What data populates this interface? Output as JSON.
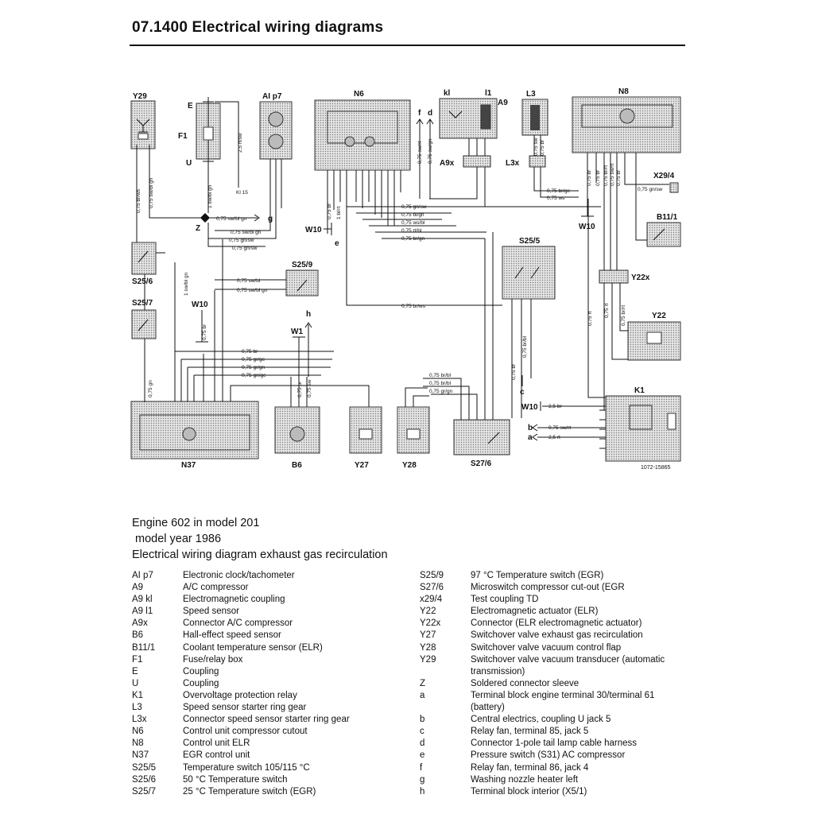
{
  "header": {
    "title": "07.1400 Electrical wiring diagrams"
  },
  "diagram": {
    "ref_number": "1072-15865",
    "components": {
      "Y29": "Y29",
      "F1": "F1",
      "E": "E",
      "U": "U",
      "Alp7": "AI p7",
      "N6": "N6",
      "kl": "kl",
      "l1": "l1",
      "A9": "A9",
      "L3": "L3",
      "N8": "N8",
      "A9x": "A9x",
      "L3x": "L3x",
      "X294": "X29/4",
      "W10a": "W10",
      "W10b": "W10",
      "W10c": "W10",
      "W10d": "W10",
      "B111": "B11/1",
      "Z": "Z",
      "g": "g",
      "e": "e",
      "f": "f",
      "d": "d",
      "S256": "S25/6",
      "S257": "S25/7",
      "S259": "S25/9",
      "S255": "S25/5",
      "Y22x": "Y22x",
      "Y22": "Y22",
      "W1": "W1",
      "h": "h",
      "K1": "K1",
      "b": "b",
      "a": "a",
      "c": "c",
      "N37": "N37",
      "B6": "B6",
      "Y27": "Y27",
      "Y28": "Y28",
      "S276": "S27/6"
    },
    "wires": {
      "w1": "0,75 br/ws",
      "w2": "0,75 sw/bl gn",
      "w3": "1 sw/bl gn",
      "w4": "2,5 rt/sw",
      "w5": "Kl 15",
      "w6": "0,75 sw/bl gn",
      "w7": "0,75 sw/bl gn",
      "w8": "0,75 gn/sw",
      "w9": "0,75 gn/sw",
      "w10": "0,75 gn/sw",
      "w11": "0,75 bl/gn",
      "w12": "0,75 ws/bl",
      "w13": "0,75 rt/bl",
      "w14": "0,75 br/gn",
      "w15": "0,75 br",
      "w16": "1 bl/rt",
      "w17": "0,75 sw/rt",
      "w18": "0,75 sw/gn",
      "w19": "0,75 br/ge",
      "w20": "0,75 ws",
      "w21": "0,75 gn/sw",
      "w22": "0,75 sw/bl",
      "w23": "0,75 sw/bl gn",
      "w24": "1 sw/bl gn",
      "w25": "0,75 br/ws",
      "w26": "0,75 br",
      "w27": "0,75 br",
      "w28": "0,75 gr/ge",
      "w29": "0,75 gr/gn",
      "w30": "0,75 gn/ge",
      "w31": "0,75 br/bl",
      "w32": "0,75 br/bl",
      "w33": "0,75 gr/gn",
      "w34": "0,75 br",
      "w35": "0,75 sw",
      "w36": "0,75 gn",
      "w37": "0,75 br/bl",
      "w38": "0,75 br",
      "w39": "2,5 br",
      "w40": "0,75 sw/rt",
      "w41": "2,5 rt",
      "w42": "0,75 rt",
      "w43": "0,75 br/rt",
      "w44": "0,75 rt",
      "w45": "0,75 sw",
      "w46": "0,75 br",
      "w47": "0,75 br",
      "w48": "0,75 br/rt",
      "w49": "0,75 sw/rt",
      "w50": "0,75 br",
      "w51": "0,75 br"
    }
  },
  "caption": {
    "line1": "Engine 602 in model 201",
    "line2": "model year 1986",
    "line3": "Electrical wiring diagram exhaust gas recirculation"
  },
  "legend_left": [
    {
      "code": "AI p7",
      "desc": "Electronic clock/tachometer"
    },
    {
      "code": "A9",
      "desc": "A/C compressor"
    },
    {
      "code": "A9 kl",
      "desc": "Electromagnetic coupling"
    },
    {
      "code": "A9 l1",
      "desc": "Speed sensor"
    },
    {
      "code": "A9x",
      "desc": "Connector A/C compressor"
    },
    {
      "code": "B6",
      "desc": "Hall-effect speed sensor"
    },
    {
      "code": "B11/1",
      "desc": "Coolant temperature sensor (ELR)"
    },
    {
      "code": "F1",
      "desc": "Fuse/relay box"
    },
    {
      "code": "E",
      "desc": "Coupling"
    },
    {
      "code": "U",
      "desc": "Coupling"
    },
    {
      "code": "K1",
      "desc": "Overvoltage protection relay"
    },
    {
      "code": "L3",
      "desc": "Speed sensor starter ring gear"
    },
    {
      "code": "L3x",
      "desc": "Connector speed sensor starter ring gear"
    },
    {
      "code": "N6",
      "desc": "Control unit compressor cutout"
    },
    {
      "code": "N8",
      "desc": "Control unit ELR"
    },
    {
      "code": "N37",
      "desc": "EGR control unit"
    },
    {
      "code": "S25/5",
      "desc": "Temperature switch 105/115 °C"
    },
    {
      "code": "S25/6",
      "desc": "50 °C Temperature switch"
    },
    {
      "code": "S25/7",
      "desc": "25 °C Temperature switch (EGR)"
    }
  ],
  "legend_right": [
    {
      "code": "S25/9",
      "desc": "97 °C Temperature switch (EGR)"
    },
    {
      "code": "S27/6",
      "desc": "Microswitch compressor cut-out (EGR"
    },
    {
      "code": "x29/4",
      "desc": "Test coupling TD"
    },
    {
      "code": "Y22",
      "desc": "Electromagnetic actuator (ELR)"
    },
    {
      "code": "Y22x",
      "desc": "Connector (ELR electromagnetic actuator)"
    },
    {
      "code": "Y27",
      "desc": "Switchover valve exhaust gas recirculation"
    },
    {
      "code": "Y28",
      "desc": "Switchover valve vacuum control flap"
    },
    {
      "code": "Y29",
      "desc": "Switchover valve vacuum transducer (automatic transmission)"
    },
    {
      "code": "Z",
      "desc": "Soldered connector sleeve"
    },
    {
      "code": "a",
      "desc": "Terminal block engine terminal 30/terminal 61 (battery)"
    },
    {
      "code": "b",
      "desc": "Central electrics, coupling U jack 5"
    },
    {
      "code": "c",
      "desc": "Relay fan, terminal 85, jack 5"
    },
    {
      "code": "d",
      "desc": "Connector 1-pole tail lamp cable harness"
    },
    {
      "code": "e",
      "desc": "Pressure switch (S31) AC compressor"
    },
    {
      "code": "f",
      "desc": "Relay fan, terminal 86, jack 4"
    },
    {
      "code": "g",
      "desc": "Washing nozzle heater left"
    },
    {
      "code": "h",
      "desc": "Terminal block interior (X5/1)"
    }
  ]
}
